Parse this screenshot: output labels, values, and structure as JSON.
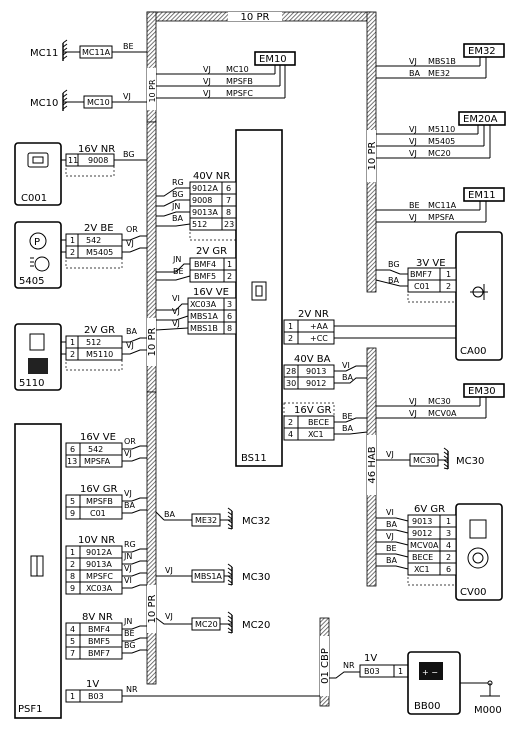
{
  "harness": {
    "top": "10 PR",
    "left_mid": "10 PR",
    "left_low": "10 PR",
    "right_top": "10 PR",
    "right_mid": "46 HAB",
    "cbp": "01 CBP"
  },
  "bs11": {
    "name": "BS11"
  },
  "ground_nodes": [
    {
      "id": "MC11",
      "conn": "MC11A",
      "wire": "BE"
    },
    {
      "id": "MC10",
      "conn": "MC10",
      "wire": "VJ"
    }
  ],
  "em10": {
    "name": "EM10",
    "rows": [
      [
        "VJ",
        "MC10"
      ],
      [
        "VJ",
        "MPSFB"
      ],
      [
        "VJ",
        "MPSFC"
      ]
    ]
  },
  "em32": {
    "name": "EM32",
    "rows": [
      [
        "VJ",
        "MBS1B"
      ],
      [
        "BA",
        "ME32"
      ]
    ]
  },
  "em20a": {
    "name": "EM20A",
    "rows": [
      [
        "VJ",
        "M5110"
      ],
      [
        "VJ",
        "M5405"
      ],
      [
        "VJ",
        "MC20"
      ]
    ]
  },
  "em11": {
    "name": "EM11",
    "rows": [
      [
        "BE",
        "MC11A"
      ],
      [
        "VJ",
        "MPSFA"
      ]
    ]
  },
  "em30": {
    "name": "EM30",
    "rows": [
      [
        "VJ",
        "MC30"
      ],
      [
        "VJ",
        "MCV0A"
      ]
    ]
  },
  "c001": {
    "name": "C001",
    "conn": "16V NR",
    "pin": "11",
    "sig": "9008",
    "wire": "BG"
  },
  "c5405": {
    "name": "5405",
    "conn": "2V BE",
    "pins": [
      [
        "1",
        "542",
        "OR"
      ],
      [
        "2",
        "M5405",
        "VJ"
      ]
    ]
  },
  "c5110": {
    "name": "5110",
    "conn": "2V GR",
    "pins": [
      [
        "1",
        "512",
        "BA"
      ],
      [
        "2",
        "M5110",
        "VJ"
      ]
    ]
  },
  "bs_40v_nr": {
    "conn": "40V NR",
    "pins": [
      [
        "RG",
        "9012A",
        "6"
      ],
      [
        "BG",
        "9008",
        "7"
      ],
      [
        "JN",
        "9013A",
        "8"
      ],
      [
        "BA",
        "512",
        "23"
      ]
    ]
  },
  "bs_2v_gr": {
    "conn": "2V GR",
    "pins": [
      [
        "JN",
        "BMF4",
        "1"
      ],
      [
        "BE",
        "BMF5",
        "2"
      ]
    ]
  },
  "bs_16v_ve": {
    "conn": "16V VE",
    "pins": [
      [
        "VI",
        "XC03A",
        "3"
      ],
      [
        "VJ",
        "MBS1A",
        "6"
      ],
      [
        "VJ",
        "MBS1B",
        "8"
      ]
    ]
  },
  "bs_2v_nr": {
    "conn": "2V NR",
    "pins": [
      [
        "1",
        "+AA"
      ],
      [
        "2",
        "+CC"
      ]
    ]
  },
  "bs_40v_ba": {
    "conn": "40V BA",
    "pins": [
      [
        "28",
        "9013",
        "VI"
      ],
      [
        "30",
        "9012",
        "BA"
      ]
    ]
  },
  "bs_16v_gr": {
    "conn": "16V GR",
    "pins": [
      [
        "2",
        "BECE",
        "BE"
      ],
      [
        "4",
        "XC1",
        "BA"
      ]
    ]
  },
  "ca00": {
    "name": "CA00",
    "conn": "3V VE",
    "pins": [
      [
        "BG",
        "BMF7",
        "1"
      ],
      [
        "BA",
        "C01",
        "2"
      ]
    ]
  },
  "mc30r": {
    "name": "MC30",
    "conn": "MC30",
    "wire": "VJ"
  },
  "cv00": {
    "name": "CV00",
    "conn": "6V GR",
    "pins": [
      [
        "VI",
        "9013",
        "1"
      ],
      [
        "BA",
        "9012",
        "3"
      ],
      [
        "VJ",
        "MCV0A",
        "4"
      ],
      [
        "BE",
        "BECE",
        "2"
      ],
      [
        "BA",
        "XC1",
        "6"
      ]
    ]
  },
  "psf1": {
    "name": "PSF1",
    "groups": [
      {
        "conn": "16V VE",
        "pins": [
          [
            "6",
            "542",
            "OR"
          ],
          [
            "13",
            "MPSFA",
            "VJ"
          ]
        ]
      },
      {
        "conn": "16V GR",
        "pins": [
          [
            "5",
            "MPSFB",
            "VJ"
          ],
          [
            "9",
            "C01",
            "BA"
          ]
        ]
      },
      {
        "conn": "10V NR",
        "pins": [
          [
            "1",
            "9012A",
            "RG"
          ],
          [
            "2",
            "9013A",
            "JN"
          ],
          [
            "8",
            "MPSFC",
            "VJ"
          ],
          [
            "9",
            "XC03A",
            "VI"
          ]
        ]
      },
      {
        "conn": "8V NR",
        "pins": [
          [
            "4",
            "BMF4",
            "JN"
          ],
          [
            "5",
            "BMF5",
            "BE"
          ],
          [
            "7",
            "BMF7",
            "BG"
          ]
        ]
      },
      {
        "conn": "1V",
        "pins": [
          [
            "1",
            "B03",
            "NR"
          ]
        ]
      }
    ]
  },
  "mc32": {
    "name": "MC32",
    "conn": "ME32",
    "wire": "BA"
  },
  "mc30b": {
    "name": "MC30",
    "conn": "MBS1A",
    "wire": "VJ"
  },
  "mc20": {
    "name": "MC20",
    "conn": "MC20",
    "wire": "VJ"
  },
  "bb00": {
    "name": "BB00",
    "conn": "1V",
    "pin": "1",
    "sig": "B03",
    "wire": "NR"
  },
  "m000": {
    "name": "M000"
  }
}
